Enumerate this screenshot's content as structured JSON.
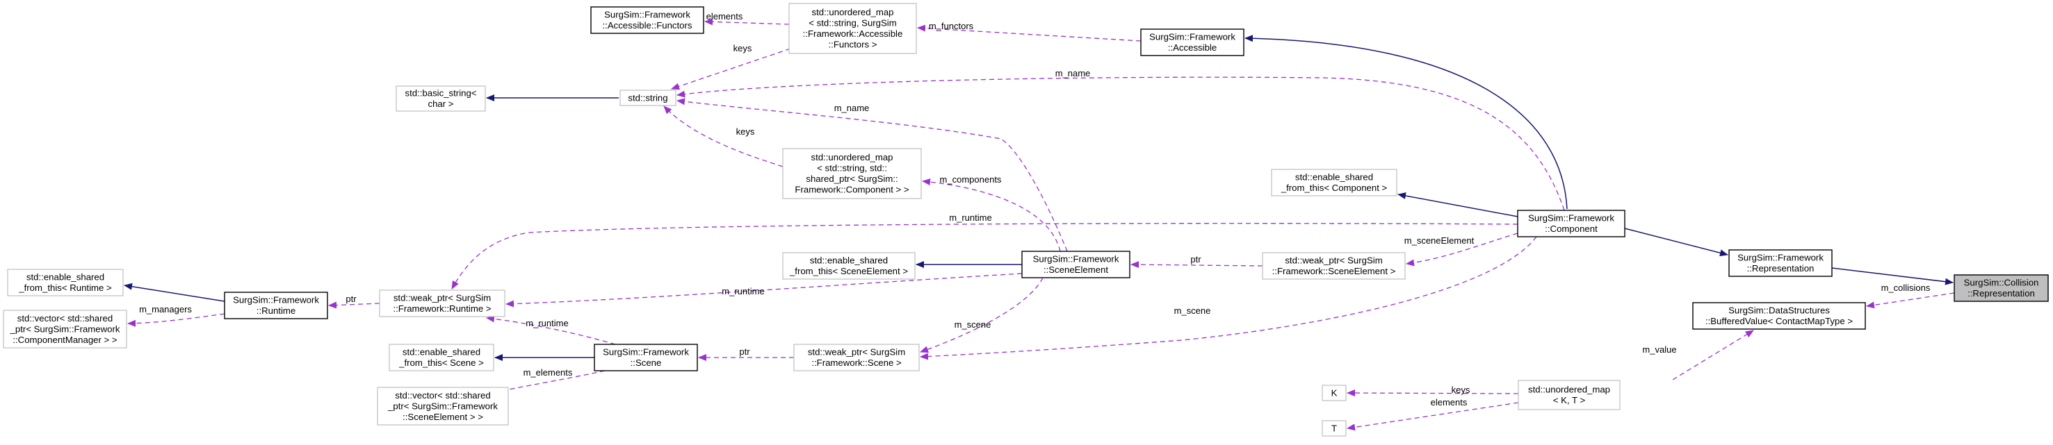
{
  "colors": {
    "inheritance": "#191970",
    "usage": "#9a32cd",
    "node_border": "#bfbfbf",
    "node_border_strong": "#000000",
    "focus_fill": "#bfbfbf"
  },
  "nodes": [
    {
      "id": "collision_rep",
      "lines": [
        "SurgSim::Collision",
        "::Representation"
      ],
      "style": "focus"
    },
    {
      "id": "fw_rep",
      "lines": [
        "SurgSim::Framework",
        "::Representation"
      ],
      "style": "strong"
    },
    {
      "id": "component",
      "lines": [
        "SurgSim::Framework",
        "::Component"
      ],
      "style": "strong"
    },
    {
      "id": "accessible",
      "lines": [
        "SurgSim::Framework",
        "::Accessible"
      ],
      "style": "strong"
    },
    {
      "id": "functors",
      "lines": [
        "SurgSim::Framework",
        "::Accessible::Functors"
      ],
      "style": "strong"
    },
    {
      "id": "map_functors",
      "lines": [
        "std::unordered_map",
        "< std::string, SurgSim",
        "::Framework::Accessible",
        "::Functors >"
      ],
      "style": "plain"
    },
    {
      "id": "string",
      "lines": [
        "std::string"
      ],
      "style": "plain"
    },
    {
      "id": "basic_string",
      "lines": [
        "std::basic_string<",
        "char >"
      ],
      "style": "plain"
    },
    {
      "id": "map_components",
      "lines": [
        "std::unordered_map",
        "< std::string, std::",
        "shared_ptr< SurgSim::",
        "Framework::Component > >"
      ],
      "style": "plain"
    },
    {
      "id": "esft_component",
      "lines": [
        "std::enable_shared",
        "_from_this< Component >"
      ],
      "style": "plain"
    },
    {
      "id": "scene_element",
      "lines": [
        "SurgSim::Framework",
        "::SceneElement"
      ],
      "style": "strong"
    },
    {
      "id": "esft_scene_element",
      "lines": [
        "std::enable_shared",
        "_from_this< SceneElement >"
      ],
      "style": "plain"
    },
    {
      "id": "weak_scene_element",
      "lines": [
        "std::weak_ptr< SurgSim",
        "::Framework::SceneElement >"
      ],
      "style": "plain"
    },
    {
      "id": "weak_runtime",
      "lines": [
        "std::weak_ptr< SurgSim",
        "::Framework::Runtime >"
      ],
      "style": "plain"
    },
    {
      "id": "runtime",
      "lines": [
        "SurgSim::Framework",
        "::Runtime"
      ],
      "style": "strong"
    },
    {
      "id": "esft_runtime",
      "lines": [
        "std::enable_shared",
        "_from_this< Runtime >"
      ],
      "style": "plain"
    },
    {
      "id": "vector_managers",
      "lines": [
        "std::vector< std::shared",
        "_ptr< SurgSim::Framework",
        "::ComponentManager > >"
      ],
      "style": "plain"
    },
    {
      "id": "scene",
      "lines": [
        "SurgSim::Framework",
        "::Scene"
      ],
      "style": "strong"
    },
    {
      "id": "esft_scene",
      "lines": [
        "std::enable_shared",
        "_from_this< Scene >"
      ],
      "style": "plain"
    },
    {
      "id": "vector_elements",
      "lines": [
        "std::vector< std::shared",
        "_ptr< SurgSim::Framework",
        "::SceneElement > >"
      ],
      "style": "plain"
    },
    {
      "id": "weak_scene",
      "lines": [
        "std::weak_ptr< SurgSim",
        "::Framework::Scene >"
      ],
      "style": "plain"
    },
    {
      "id": "buffered_value",
      "lines": [
        "SurgSim::DataStructures",
        "::BufferedValue< ContactMapType >"
      ],
      "style": "strong"
    },
    {
      "id": "map_kt",
      "lines": [
        "std::unordered_map",
        "< K, T >"
      ],
      "style": "plain"
    },
    {
      "id": "k",
      "lines": [
        "K"
      ],
      "style": "plain"
    },
    {
      "id": "t",
      "lines": [
        "T"
      ],
      "style": "plain"
    }
  ],
  "edges": [
    {
      "id": "e_fwrep_colrep",
      "kind": "inherit",
      "label": ""
    },
    {
      "id": "e_comp_fwrep",
      "kind": "inherit",
      "label": ""
    },
    {
      "id": "e_acc_comp",
      "kind": "inherit",
      "label": ""
    },
    {
      "id": "e_esftc_comp",
      "kind": "inherit",
      "label": ""
    },
    {
      "id": "e_esftse_se",
      "kind": "inherit",
      "label": ""
    },
    {
      "id": "e_basic_string",
      "kind": "inherit",
      "label": ""
    },
    {
      "id": "e_esftr_runtime",
      "kind": "inherit",
      "label": ""
    },
    {
      "id": "e_esfts_scene",
      "kind": "inherit",
      "label": ""
    },
    {
      "id": "e_m_collisions",
      "kind": "use",
      "label": "m_collisions"
    },
    {
      "id": "e_m_value",
      "kind": "use",
      "label": "m_value"
    },
    {
      "id": "e_keys_k",
      "kind": "use",
      "label": "keys"
    },
    {
      "id": "e_elements_t",
      "kind": "use",
      "label": "elements"
    },
    {
      "id": "e_m_functors",
      "kind": "use",
      "label": "m_functors"
    },
    {
      "id": "e_elements_functors",
      "kind": "use",
      "label": "elements"
    },
    {
      "id": "e_keys_string_a",
      "kind": "use",
      "label": "keys"
    },
    {
      "id": "e_m_name_comp",
      "kind": "use",
      "label": "m_name"
    },
    {
      "id": "e_keys_string_b",
      "kind": "use",
      "label": "keys"
    },
    {
      "id": "e_m_name_se",
      "kind": "use",
      "label": "m_name"
    },
    {
      "id": "e_m_components",
      "kind": "use",
      "label": "m_components"
    },
    {
      "id": "e_m_runtime_comp",
      "kind": "use",
      "label": "m_runtime"
    },
    {
      "id": "e_m_scene_element",
      "kind": "use",
      "label": "m_sceneElement"
    },
    {
      "id": "e_ptr_se",
      "kind": "use",
      "label": "ptr"
    },
    {
      "id": "e_m_runtime_se",
      "kind": "use",
      "label": "m_runtime"
    },
    {
      "id": "e_m_scene_comp",
      "kind": "use",
      "label": "m_scene"
    },
    {
      "id": "e_m_scene_se",
      "kind": "use",
      "label": "m_scene"
    },
    {
      "id": "e_ptr_runtime",
      "kind": "use",
      "label": "ptr"
    },
    {
      "id": "e_m_managers",
      "kind": "use",
      "label": "m_managers"
    },
    {
      "id": "e_m_runtime_scene",
      "kind": "use",
      "label": "m_runtime"
    },
    {
      "id": "e_ptr_scene",
      "kind": "use",
      "label": "ptr"
    },
    {
      "id": "e_m_elements",
      "kind": "use",
      "label": "m_elements"
    }
  ]
}
